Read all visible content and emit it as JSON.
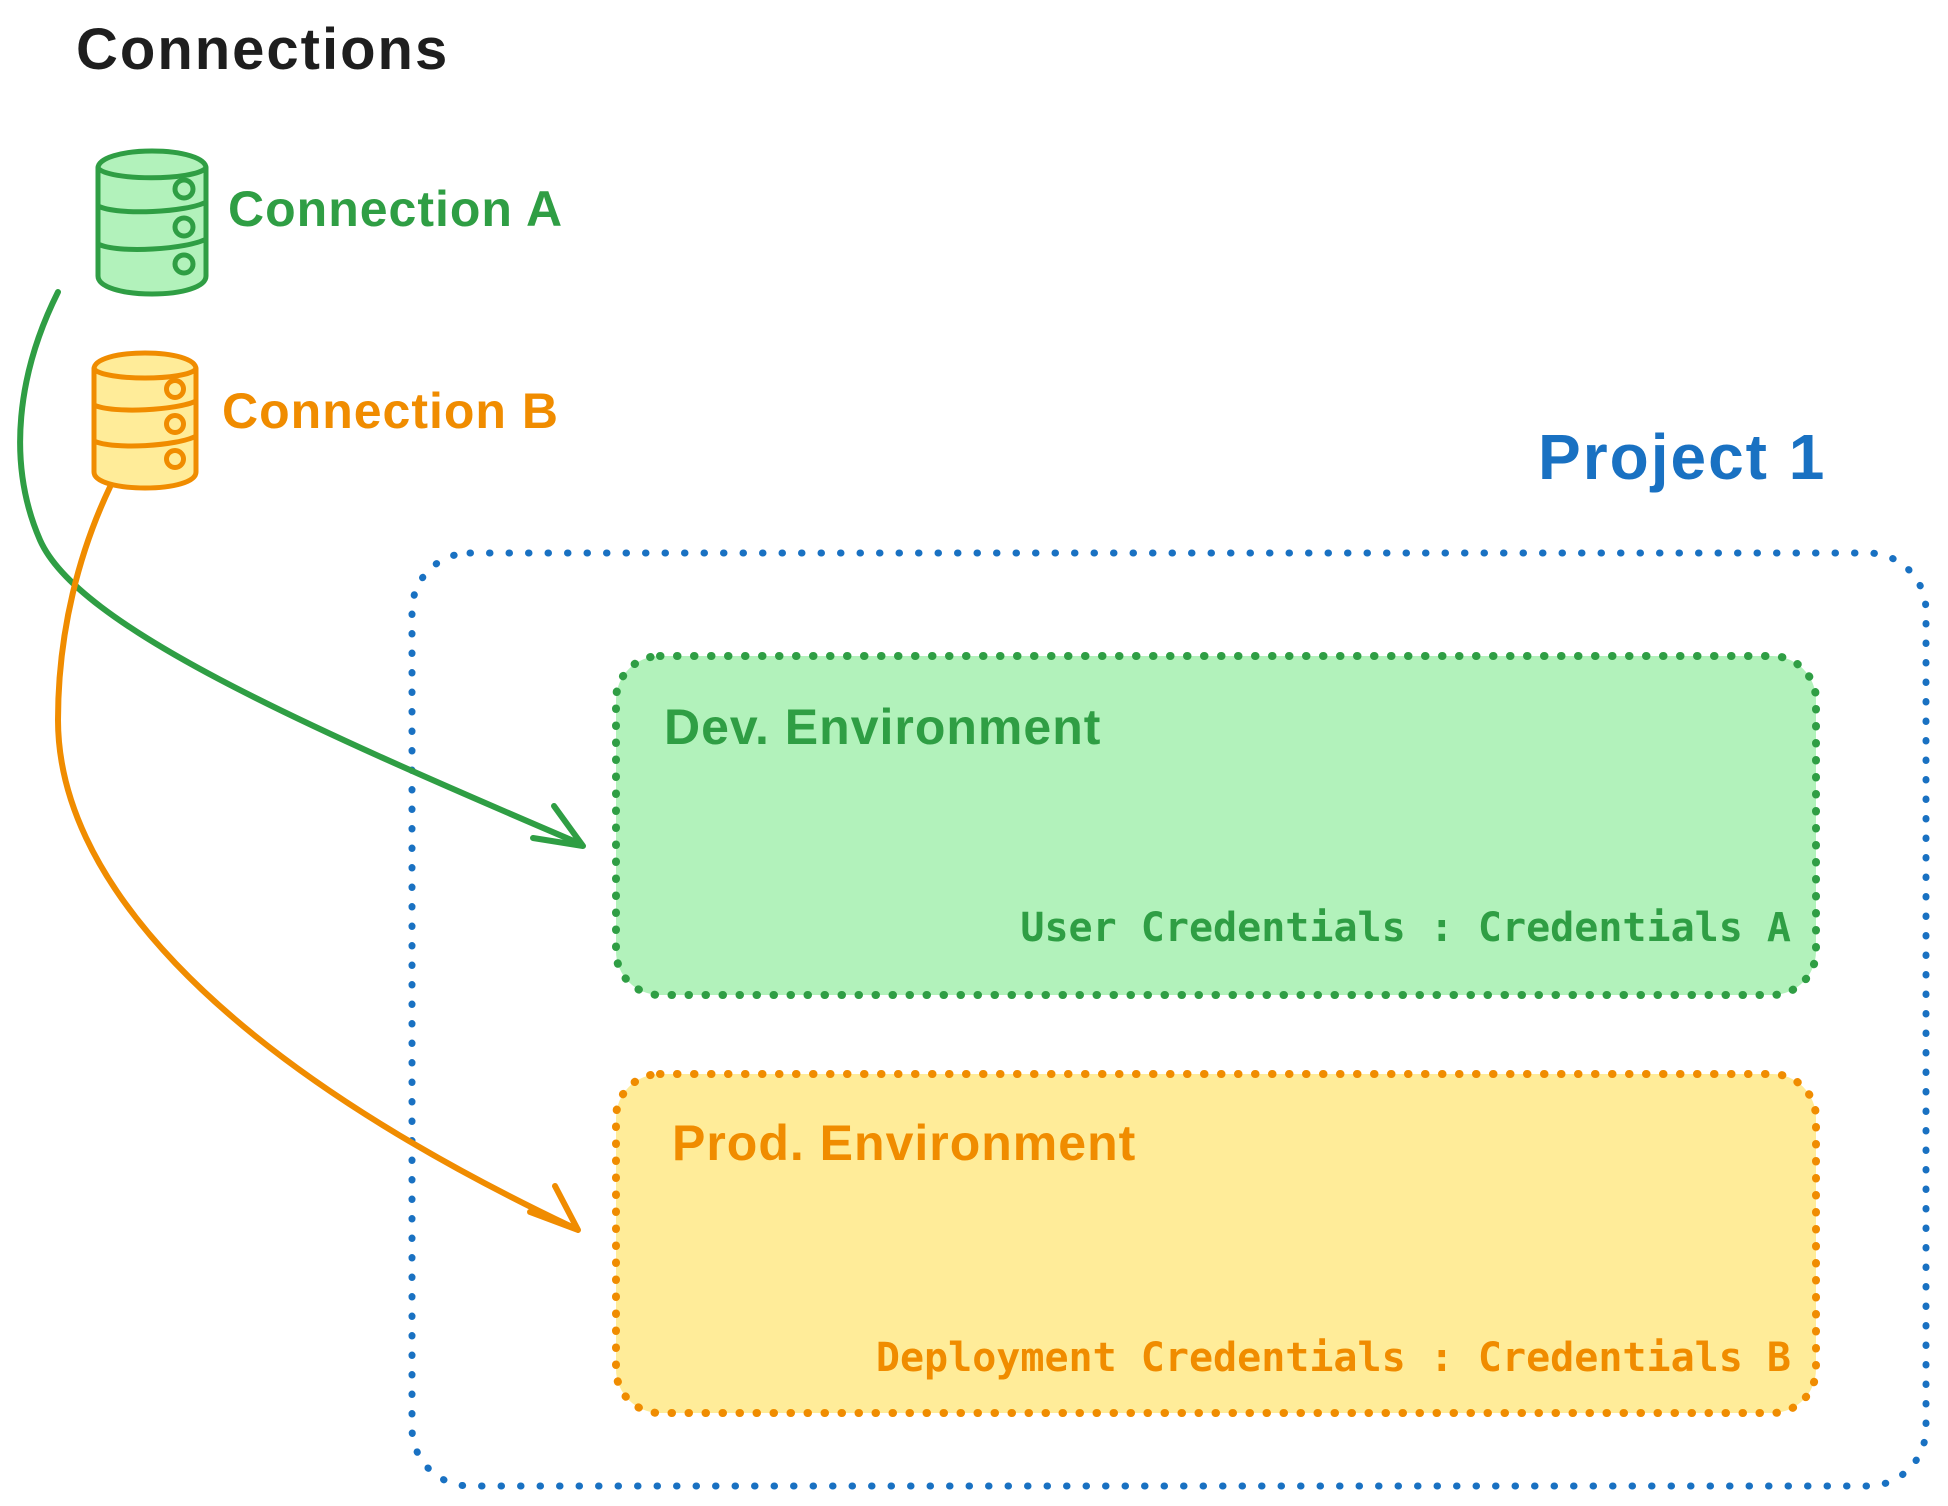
{
  "diagram": {
    "title": "Connections",
    "connections": [
      {
        "label": "Connection A",
        "icon": "database-icon"
      },
      {
        "label": "Connection B",
        "icon": "database-icon"
      }
    ],
    "project": {
      "title": "Project 1",
      "environments": [
        {
          "name": "Dev. Environment",
          "credentials": "User Credentials : Credentials A"
        },
        {
          "name": "Prod. Environment",
          "credentials": "Deployment Credentials : Credentials B"
        }
      ]
    },
    "arrows": [
      {
        "from": "Connection A",
        "to": "Dev. Environment"
      },
      {
        "from": "Connection B",
        "to": "Prod. Environment"
      }
    ]
  },
  "colors": {
    "green-stroke": "#2f9e44",
    "green-fill": "#b2f2bb",
    "orange-stroke": "#f08c00",
    "orange-fill": "#ffec99",
    "blue-stroke": "#1971c2",
    "text-black": "#1e1e1e",
    "canvas-bg": "#ffffff"
  }
}
